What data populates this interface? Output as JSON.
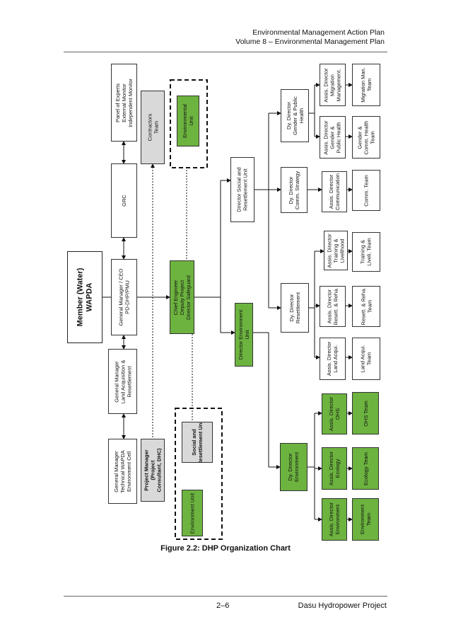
{
  "header": {
    "line1": "Environmental Management Action Plan",
    "line2": "Volume 8 – Environmental Management Plan"
  },
  "footer": {
    "page": "2–6",
    "project": "Dasu Hydropower Project"
  },
  "caption": "Figure 2.2: DHP Organization Chart",
  "org": {
    "member_wapda": "Member (Water)\nWAPDA",
    "gm_technical": "General Manager\nTechnical WAPDA\nEnvironment Cell",
    "gm_land": "General Manager\nLand Acquisition &\nResettlement",
    "gm_ceo": "General Manager / CEO\nPD-DHP/PMU",
    "grc": "GRC",
    "panel_experts": "Panel of Experts\nExternal Monitor\nIndependent Monitor",
    "project_manager": "Project Manager\n(Project\nConsultant, DHC)",
    "environment_unit": "Environment Unit",
    "social_resettlement_unit": "Social and\nResettlement Unit",
    "chief_engineer": "Chief Engineer\nDeputy Project\nDirector Safeguard",
    "contractors_team": "Contractors\nTeam",
    "environmental_unit": "Environmental\nUnit",
    "director_environment": "Director Environment\nUnit",
    "director_social": "Director Social and\nResettlement Unit",
    "dy_environment": "Dy. Director\nEnvironment",
    "dy_resettlement": "Dy. Director\nResettlement",
    "dy_comm": "Dy. Director\nComm. Strategy",
    "dy_gender": "Dy. Director\nGender & Public\nHealth",
    "ad_environment": "Assis. Director\nEnvironment",
    "ad_ecology": "Assis. Director\nEcology",
    "ad_ohs": "Assis. Director\nOHS",
    "ad_land": "Assis. Director\nLand Acqui.",
    "ad_resett": "Assis. Director\nResett. & Reha.",
    "ad_training": "Assis. Director\nTraining &\nLivelihood",
    "ad_communication": "Assis. Director\nCommunication",
    "ad_gender": "Assis. Director\nGender &\nPublic Health",
    "ad_migration": "Assis. Director\nMigration\nManagement.",
    "team_environment": "Environment\nTeam",
    "team_ecology": "Ecology Team",
    "team_ohs": "OHS Team",
    "team_land": "Land Acqui.\nTeam",
    "team_resett": "Resett. & Reha.\nTeam",
    "team_training": "Training &\nLiveli. Team",
    "team_comm": "Comm. Team",
    "team_gender": "Gender &\nComm. Health\nTeam",
    "team_migration": "Migration Man.\nTeam"
  },
  "colors": {
    "green": "#6cb33f",
    "gray": "#d9d9d9"
  }
}
